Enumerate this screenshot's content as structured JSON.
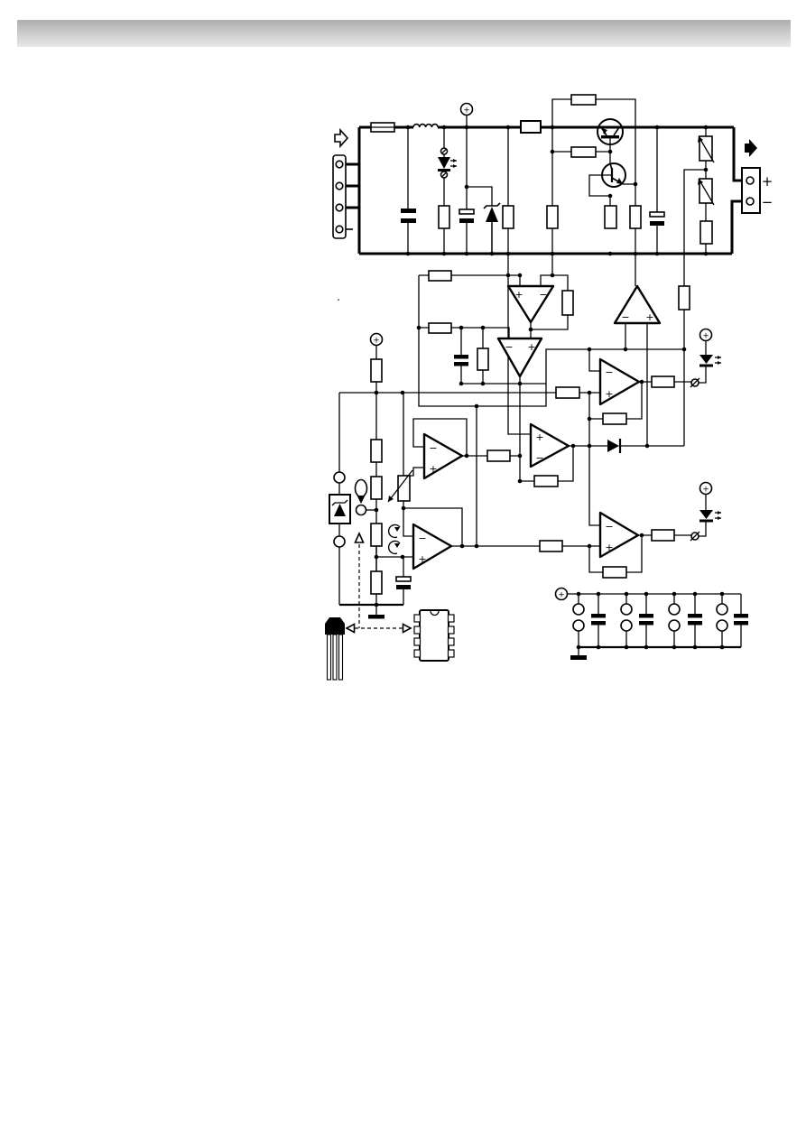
{
  "page": {
    "background": "#ffffff",
    "header_bar": {
      "gradient_top": "#aeaeae",
      "gradient_bottom": "#e9e9e9"
    }
  },
  "schematic": {
    "ink_color": "#000000",
    "labels": {
      "supply_plus": "+",
      "stray_period": "."
    },
    "output_terminal": {
      "plus": "+",
      "minus": "−"
    },
    "opamps": [
      {
        "name": "error-amp-top",
        "plus": "+",
        "minus": "−"
      },
      {
        "name": "error-amp-bottom",
        "plus": "+",
        "minus": "−"
      },
      {
        "name": "up-comparator",
        "plus": "+",
        "minus": "−"
      },
      {
        "name": "led-comparator-1",
        "plus": "+",
        "minus": "−"
      },
      {
        "name": "diode-stage-amp",
        "plus": "+",
        "minus": "−"
      },
      {
        "name": "unity-buffer",
        "plus": "+",
        "minus": "−"
      },
      {
        "name": "setpoint-amp",
        "plus": "+",
        "minus": "−"
      },
      {
        "name": "led-comparator-2",
        "plus": "+",
        "minus": "−"
      }
    ],
    "components": [
      "input-connector-4pin",
      "input-arrow-icon",
      "fuse",
      "inductor",
      "power-led",
      "supply-plus-terminal",
      "zener-diode",
      "electrolytic-capacitor",
      "pass-transistor-pnp",
      "driver-transistor-npn",
      "trimmer-resistor",
      "output-terminal-block",
      "output-arrow-icon",
      "boxed-zener-reference",
      "probe-balloon-arrow",
      "loop-arrow",
      "signal-diode",
      "indicator-led",
      "connector-pin",
      "to92-package",
      "dip8-package",
      "dashed-pointer-arrows",
      "opamp-supply-pins",
      "decoupling-capacitors",
      "ground-symbol"
    ]
  }
}
